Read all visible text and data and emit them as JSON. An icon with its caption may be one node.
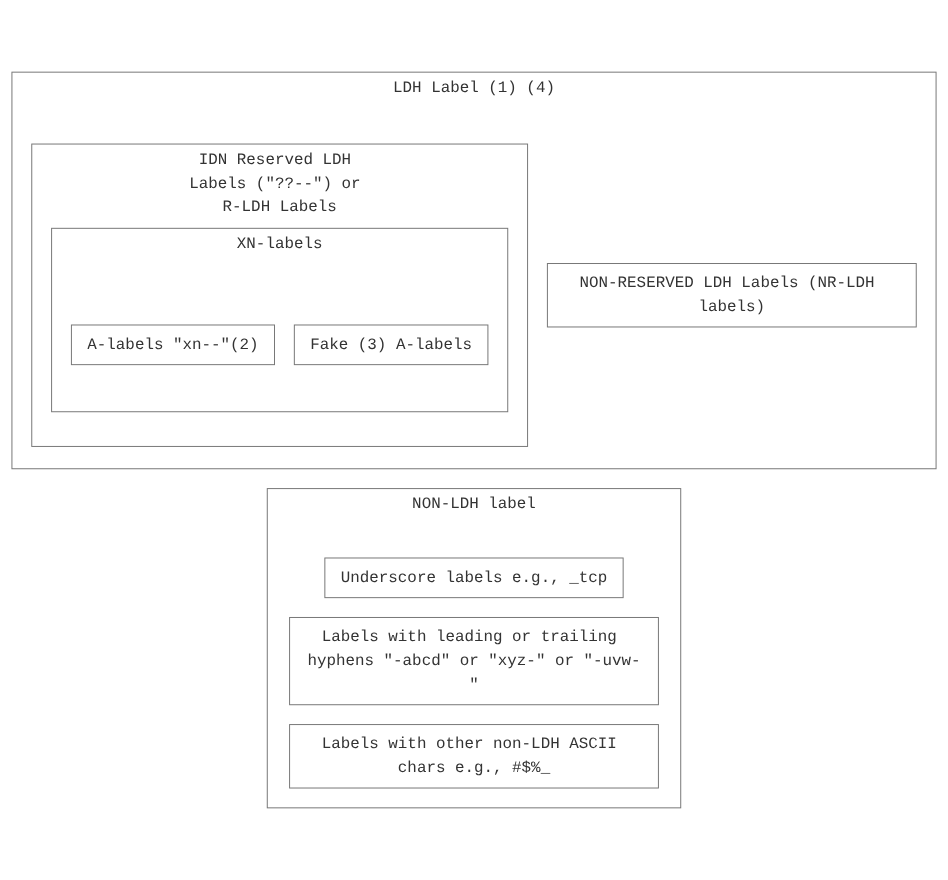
{
  "diagram": {
    "nodes": [
      {
        "text": [
          "LDH Label (1) (4)"
        ]
      },
      {
        "text": [
          "IDN Reserved LDH Labels (\"??--\") or R-LDH Labels"
        ],
        "in": 0
      },
      {
        "text": [
          "XN-labels"
        ],
        "in": 1
      },
      {
        "text": [
          "A-labels \"xn--\"(2)"
        ],
        "in": 2
      },
      {
        "text": [
          "Fake (3) A-labels"
        ],
        "in": 2
      },
      {
        "text": [
          "NON-RESERVED LDH Labels (NR-LDH labels)"
        ],
        "in": 0
      },
      {
        "text": [
          "NON-LDH label"
        ]
      },
      {
        "text": [
          "Underscore labels e.g., _tcp"
        ],
        "in": 6
      },
      {
        "text": [
          "Labels with leading or trailing hyphens \"-abcd\" or \"xyz-\" or \"-uvw-\""
        ],
        "in": 6
      },
      {
        "text": [
          "Labels with other non-LDH ASCII chars e.g., #$%_"
        ],
        "in": 6
      }
    ]
  }
}
